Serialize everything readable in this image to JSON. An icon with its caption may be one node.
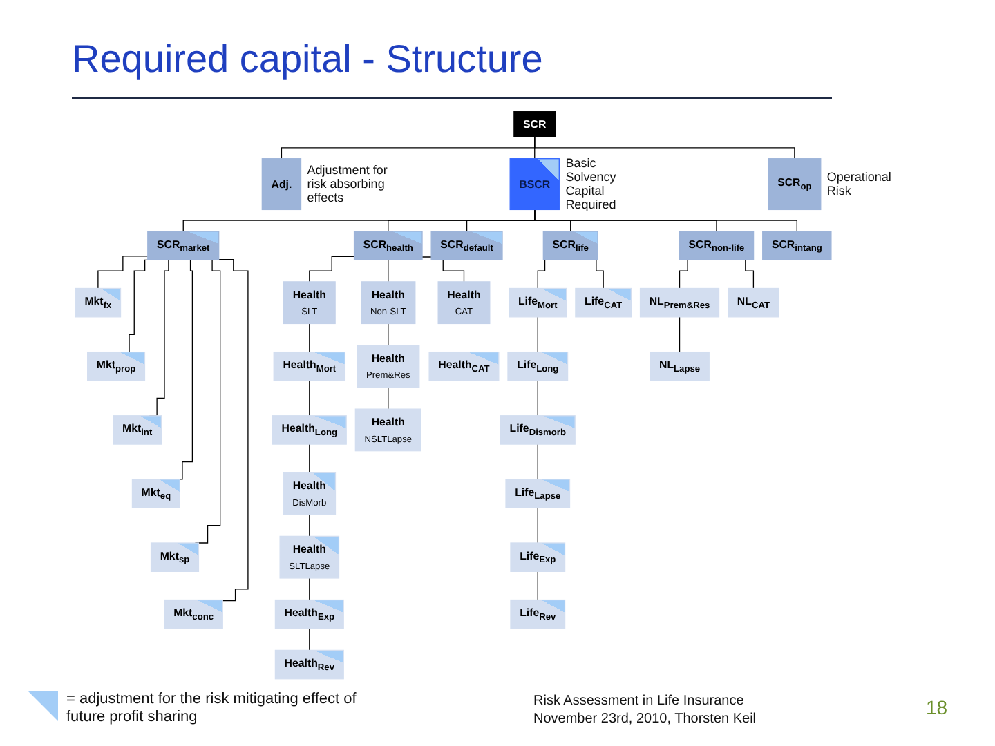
{
  "diagram": {
    "title": "Required capital - Structure",
    "nodes": [
      {
        "text": [
          "SCR"
        ]
      },
      {
        "text": [
          "Adj."
        ],
        "beside": [
          "Adjustment for risk absorbing effects"
        ]
      },
      {
        "text": [
          "BSCR"
        ],
        "beside": [
          "Basic Solvency Capital Required"
        ]
      },
      {
        "text": [
          "SCR$_{op}$"
        ],
        "beside": [
          "Operational Risk"
        ]
      },
      {
        "text": [
          "SCR$_{market}$"
        ]
      },
      {
        "text": [
          "SCR$_{health}$"
        ]
      },
      {
        "text": [
          "SCR$_{default}$"
        ]
      },
      {
        "text": [
          "SCR$_{life}$"
        ]
      },
      {
        "text": [
          "SCR$_{non-life}$"
        ]
      },
      {
        "text": [
          "SCR$_{intang}$"
        ]
      },
      {
        "text": [
          "Mkt$_{fx}$"
        ]
      },
      {
        "text": [
          "Mkt$_{prop}$"
        ]
      },
      {
        "text": [
          "Mkt$_{int}$"
        ]
      },
      {
        "text": [
          "Mkt$_{eq}$"
        ]
      },
      {
        "text": [
          "Mkt$_{sp}$"
        ]
      },
      {
        "text": [
          "Mkt$_{conc}$"
        ]
      },
      {
        "text": [
          "Health",
          "SLT"
        ]
      },
      {
        "text": [
          "Health",
          "Non-SLT"
        ]
      },
      {
        "text": [
          "Health",
          "CAT"
        ]
      },
      {
        "text": [
          "Health$_{Mort}$"
        ]
      },
      {
        "text": [
          "Health$_{Long}$"
        ]
      },
      {
        "text": [
          "Health",
          "DisMorb"
        ]
      },
      {
        "text": [
          "Health",
          "SLTLapse"
        ]
      },
      {
        "text": [
          "Health$_{Exp}$"
        ]
      },
      {
        "text": [
          "Health$_{Rev}$"
        ]
      },
      {
        "text": [
          "Health",
          "Prem&Res"
        ]
      },
      {
        "text": [
          "Health",
          "NSLTLapse"
        ]
      },
      {
        "text": [
          "Health$_{CAT}$"
        ]
      },
      {
        "text": [
          "Life$_{Mort}$"
        ]
      },
      {
        "text": [
          "Life$_{Long}$"
        ]
      },
      {
        "text": [
          "Life$_{Dismorb}$"
        ]
      },
      {
        "text": [
          "Life$_{Lapse}$"
        ]
      },
      {
        "text": [
          "Life$_{Exp}$"
        ]
      },
      {
        "text": [
          "Life$_{Rev}$"
        ]
      },
      {
        "text": [
          "Life$_{CAT}$"
        ]
      },
      {
        "text": [
          "NL$_{Prem&Res}$"
        ]
      },
      {
        "text": [
          "NL$_{Lapse}$"
        ]
      },
      {
        "text": [
          "NL$_{CAT}$"
        ]
      }
    ],
    "edges": [
      {
        "from": 0,
        "to": 1,
        "arrow": "none"
      },
      {
        "from": 0,
        "to": 2,
        "arrow": "none"
      },
      {
        "from": 0,
        "to": 3,
        "arrow": "none"
      },
      {
        "from": 2,
        "to": 4,
        "arrow": "none"
      },
      {
        "from": 2,
        "to": 5,
        "arrow": "none"
      },
      {
        "from": 2,
        "to": 6,
        "arrow": "none"
      },
      {
        "from": 2,
        "to": 7,
        "arrow": "none"
      },
      {
        "from": 2,
        "to": 8,
        "arrow": "none"
      },
      {
        "from": 2,
        "to": 9,
        "arrow": "none"
      },
      {
        "from": 4,
        "to": 10,
        "arrow": "none"
      },
      {
        "from": 4,
        "to": 11,
        "arrow": "none"
      },
      {
        "from": 4,
        "to": 12,
        "arrow": "none"
      },
      {
        "from": 4,
        "to": 13,
        "arrow": "none"
      },
      {
        "from": 4,
        "to": 14,
        "arrow": "none"
      },
      {
        "from": 4,
        "to": 15,
        "arrow": "none"
      },
      {
        "from": 5,
        "to": 16,
        "arrow": "none"
      },
      {
        "from": 5,
        "to": 17,
        "arrow": "none"
      },
      {
        "from": 5,
        "to": 18,
        "arrow": "none"
      },
      {
        "from": 16,
        "to": 19,
        "arrow": "none"
      },
      {
        "from": 19,
        "to": 20,
        "arrow": "none"
      },
      {
        "from": 20,
        "to": 21,
        "arrow": "none"
      },
      {
        "from": 21,
        "to": 22,
        "arrow": "none"
      },
      {
        "from": 22,
        "to": 23,
        "arrow": "none"
      },
      {
        "from": 23,
        "to": 24,
        "arrow": "none"
      },
      {
        "from": 17,
        "to": 25,
        "arrow": "none"
      },
      {
        "from": 25,
        "to": 26,
        "arrow": "none"
      },
      {
        "from": 7,
        "to": 28,
        "arrow": "none"
      },
      {
        "from": 28,
        "to": 29,
        "arrow": "none"
      },
      {
        "from": 29,
        "to": 30,
        "arrow": "none"
      },
      {
        "from": 30,
        "to": 31,
        "arrow": "none"
      },
      {
        "from": 31,
        "to": 32,
        "arrow": "none"
      },
      {
        "from": 32,
        "to": 33,
        "arrow": "none"
      },
      {
        "from": 7,
        "to": 34,
        "arrow": "none"
      },
      {
        "from": 8,
        "to": 35,
        "arrow": "none"
      },
      {
        "from": 35,
        "to": 36,
        "arrow": "none"
      },
      {
        "from": 8,
        "to": 37,
        "arrow": "none"
      }
    ],
    "labels": [
      "Risk Assessment in Life Insurance",
      "November 23rd, 2010, Thorsten Keil",
      "18"
    ],
    "legend": [
      {
        "text": "= adjustment for the risk mitigating effect of future profit sharing"
      }
    ]
  }
}
